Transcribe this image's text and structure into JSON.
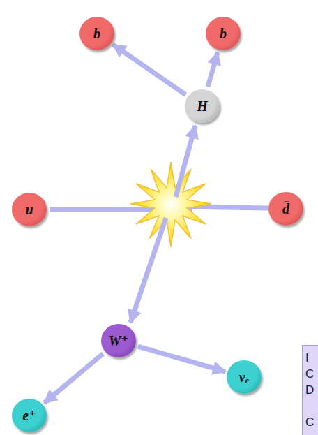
{
  "diagram": {
    "nodes": [
      {
        "text": [
          "b"
        ]
      },
      {
        "text": [
          "b"
        ]
      },
      {
        "text": [
          "H"
        ]
      },
      {
        "text": [
          "u"
        ]
      },
      {
        "text": [
          "d̄"
        ]
      },
      {
        "text": [
          "W⁺"
        ]
      },
      {
        "text": [
          "νₑ"
        ]
      },
      {
        "text": [
          "e⁺"
        ]
      },
      {
        "text": [
          "I",
          "C",
          "D",
          "C"
        ]
      }
    ],
    "edges": [
      {
        "from": 2,
        "to": 0,
        "arrow": "to"
      },
      {
        "from": 2,
        "to": 1,
        "arrow": "to"
      },
      {
        "from": 5,
        "to": 7,
        "arrow": "to"
      },
      {
        "from": 5,
        "to": 6,
        "arrow": "to"
      }
    ]
  }
}
